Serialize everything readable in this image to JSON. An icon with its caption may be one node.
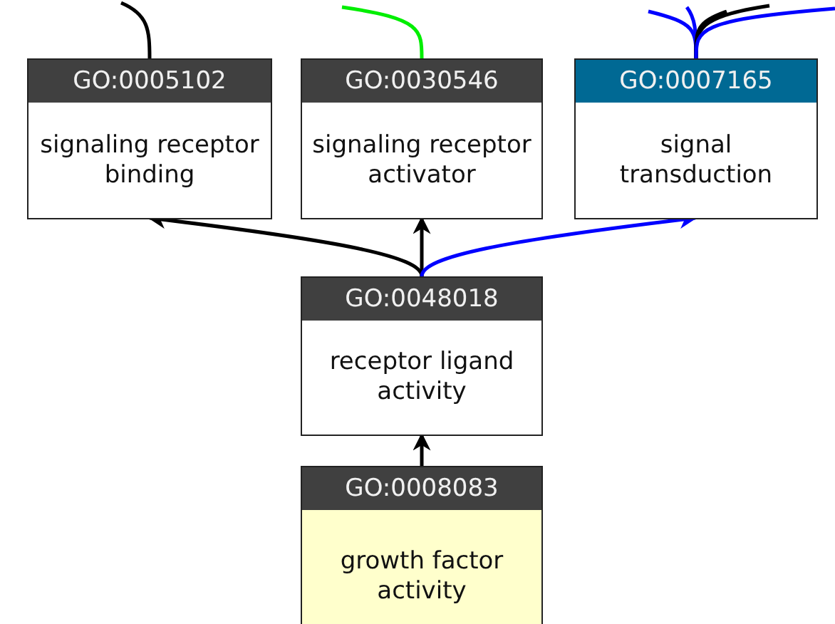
{
  "diagram": {
    "nodes": [
      {
        "text": [
          "GO:0005102",
          "signaling receptor binding"
        ]
      },
      {
        "text": [
          "GO:0030546",
          "signaling receptor activator"
        ]
      },
      {
        "text": [
          "GO:0007165",
          "signal transduction"
        ]
      },
      {
        "text": [
          "GO:0048018",
          "receptor ligand activity"
        ]
      },
      {
        "text": [
          "GO:0008083",
          "growth factor activity"
        ]
      }
    ],
    "edges": [
      {
        "from": 3,
        "to": 0,
        "arrow": "to"
      },
      {
        "from": 3,
        "to": 1,
        "arrow": "to"
      },
      {
        "from": 3,
        "to": 2,
        "arrow": "to",
        "color": "#0000ff"
      },
      {
        "from": 4,
        "to": 3,
        "arrow": "to"
      },
      {
        "from": 0,
        "to": null,
        "arrow": "none"
      },
      {
        "from": 1,
        "to": null,
        "arrow": "none",
        "color": "#00ee00"
      },
      {
        "from": 2,
        "to": null,
        "arrow": "none",
        "color": "#0000ff"
      },
      {
        "from": 2,
        "to": null,
        "arrow": "none",
        "color": "#0000ff"
      },
      {
        "from": 2,
        "to": null,
        "arrow": "none"
      },
      {
        "from": 2,
        "to": null,
        "arrow": "none"
      },
      {
        "from": 2,
        "to": null,
        "arrow": "none",
        "color": "#0000ff"
      }
    ]
  }
}
